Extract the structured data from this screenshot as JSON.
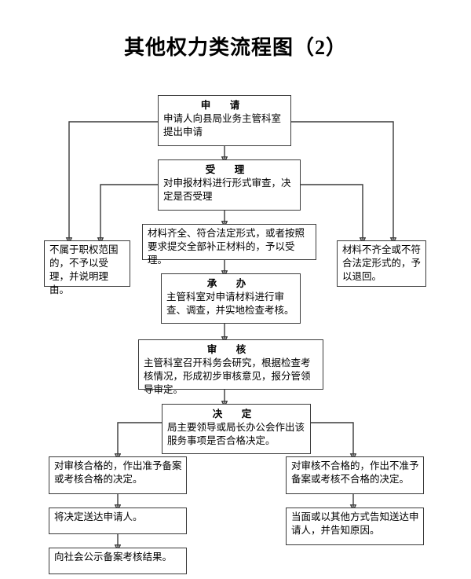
{
  "page": {
    "title": "其他权力类流程图（2）",
    "line_color": "#3a3a3a",
    "box_border_color": "#3a3a3a",
    "background": "#ffffff",
    "text_color": "#000000"
  },
  "nodes": {
    "apply": {
      "header": "申　请",
      "body": "申请人向县局业务主管科室提出申请"
    },
    "accept": {
      "header": "受　理",
      "body": "对申报材料进行形式审查，决定是否受理"
    },
    "accept_ok": {
      "body": "材料齐全、符合法定形式，或者按照要求提交全部补正材料的，予以受理。"
    },
    "out_of_scope": {
      "body": "不属于职权范围的，不予以受理，并说明理由。"
    },
    "materials_bad": {
      "body": "材料不齐全或不符合法定形式的，予以退回。"
    },
    "undertake": {
      "header": "承　办",
      "body": "主管科室对申请材料进行审查、调查，并实地检查考核。"
    },
    "review": {
      "header": "审　核",
      "body": "主管科室召开科务会研究，根据检查考核情况，形成初步审核意见，报分管领导审定。"
    },
    "decide": {
      "header": "决　定",
      "body": "局主要领导或局长办公会作出该服务事项是否合格决定。"
    },
    "qualified": {
      "body": "对审核合格的，作出准予备案或考核合格的决定。"
    },
    "unqualified": {
      "body": "对审核不合格的，作出不准予备案或考核不合格的决定。"
    },
    "deliver": {
      "body": "将决定送达申请人。"
    },
    "publicize": {
      "body": "向社会公示备案考核结果。"
    },
    "notify_reason": {
      "body": "当面或以其他方式告知送达申请人，并告知原因。"
    }
  }
}
